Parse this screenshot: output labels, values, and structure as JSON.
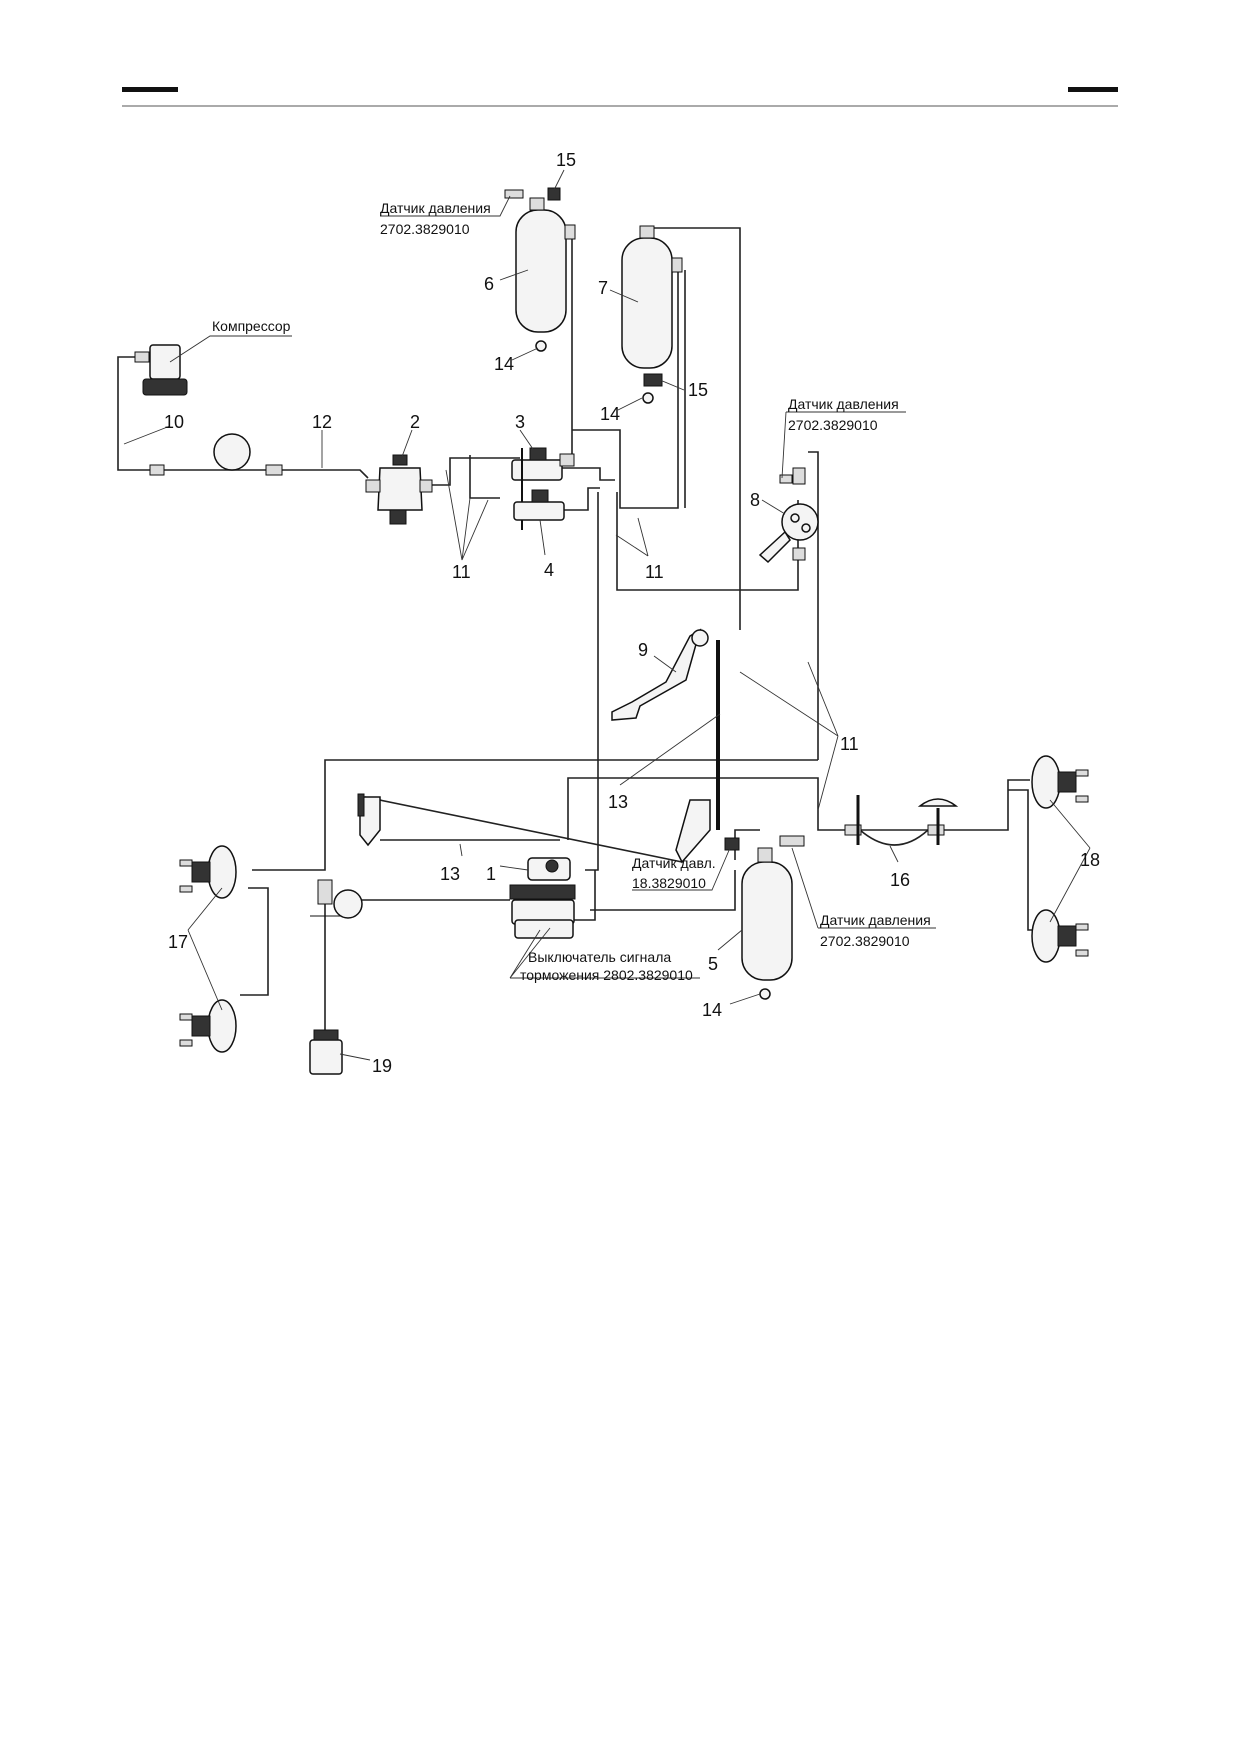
{
  "labels": {
    "compressor": "Компрессор",
    "sensor_top": [
      "Датчик давления",
      "2702.3829010"
    ],
    "sensor_right": [
      "Датчик давления",
      "2702.3829010"
    ],
    "sensor_bottom": [
      "Датчик давления",
      "2702.3829010"
    ],
    "sensor_small": [
      "Датчик давл.",
      "18.3829010"
    ],
    "brake_switch": [
      "Выключатель сигнала",
      "торможения 2802.3829010"
    ]
  },
  "callouts": {
    "n1": "1",
    "n2": "2",
    "n3": "3",
    "n4": "4",
    "n5": "5",
    "n6": "6",
    "n7": "7",
    "n8": "8",
    "n9": "9",
    "n10": "10",
    "n11a": "11",
    "n11b": "11",
    "n11c": "11",
    "n12": "12",
    "n13a": "13",
    "n13b": "13",
    "n14a": "14",
    "n14b": "14",
    "n14c": "14",
    "n15a": "15",
    "n15b": "15",
    "n16": "16",
    "n17": "17",
    "n18": "18",
    "n19": "19"
  }
}
